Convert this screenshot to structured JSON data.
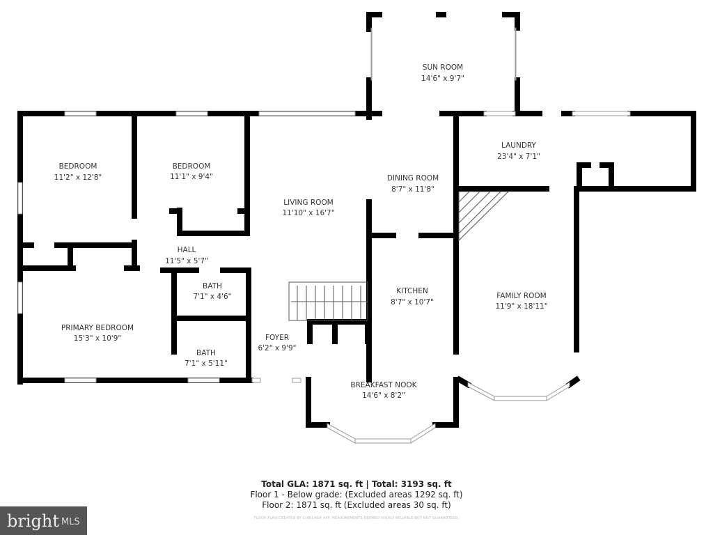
{
  "rooms": [
    {
      "name": "SUN ROOM",
      "dims": "14'6\" x 9'7\""
    },
    {
      "name": "BEDROOM",
      "dims": "11'2\" x 12'8\""
    },
    {
      "name": "BEDROOM",
      "dims": "11'1\" x 9'4\""
    },
    {
      "name": "LIVING ROOM",
      "dims": "11'10\" x 16'7\""
    },
    {
      "name": "DINING ROOM",
      "dims": "8'7\" x 11'8\""
    },
    {
      "name": "LAUNDRY",
      "dims": "23'4\" x 7'1\""
    },
    {
      "name": "HALL",
      "dims": "11'5\" x 5'7\""
    },
    {
      "name": "BATH",
      "dims": "7'1\" x 4'6\""
    },
    {
      "name": "KITCHEN",
      "dims": "8'7\" x 10'7\""
    },
    {
      "name": "FAMILY ROOM",
      "dims": "11'9\" x 18'11\""
    },
    {
      "name": "PRIMARY BEDROOM",
      "dims": "15'3\" x 10'9\""
    },
    {
      "name": "FOYER",
      "dims": "6'2\" x 9'9\""
    },
    {
      "name": "BATH",
      "dims": "7'1\" x 5'11\""
    },
    {
      "name": "BREAKFAST NOOK",
      "dims": "14'6\" x 8'2\""
    }
  ],
  "summary": {
    "total": "Total GLA: 1871 sq. ft | Total: 3193 sq. ft",
    "floor1": "Floor 1 - Below grade: (Excluded areas 1292 sq. ft)",
    "floor2": "Floor 2: 1871 sq. ft (Excluded areas 30 sq. ft)",
    "credit": "FLOOR PLAN CREATED BY CUBICASA APP. MEASUREMENTS DEEMED HIGHLY RELIABLE BUT NOT GUARANTEED."
  },
  "logo": {
    "brand": "bright",
    "suffix": "MLS"
  }
}
